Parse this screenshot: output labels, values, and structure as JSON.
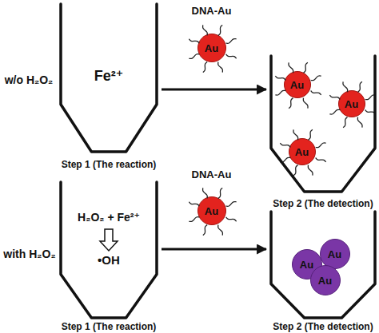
{
  "diagram": {
    "nodes": [
      {
        "text": [
          "Fe²⁺",
          "Step 1 (The reaction)"
        ]
      },
      {
        "text": [
          "DNA-Au",
          "Au"
        ]
      },
      {
        "text": [
          "Step 2 (The detection)"
        ]
      },
      {
        "text": [
          "Au"
        ],
        "in": 2
      },
      {
        "text": [
          "Au"
        ],
        "in": 2
      },
      {
        "text": [
          "Au"
        ],
        "in": 2
      },
      {
        "text": [
          "H₂O₂ + Fe²⁺",
          "•OH",
          "Step 1 (The reaction)"
        ]
      },
      {
        "text": [
          "DNA-Au",
          "Au"
        ]
      },
      {
        "text": [
          "Step 2 (The detection)"
        ]
      },
      {
        "text": [
          "Au"
        ],
        "in": 8
      },
      {
        "text": [
          "Au"
        ],
        "in": 8
      },
      {
        "text": [
          "Au"
        ],
        "in": 8
      }
    ],
    "edges": [
      {
        "from": 0,
        "to": 2,
        "arrow": "to"
      },
      {
        "from": 6,
        "to": 8,
        "arrow": "to"
      }
    ],
    "labels": [
      "w/o H₂O₂",
      "with H₂O₂"
    ]
  }
}
